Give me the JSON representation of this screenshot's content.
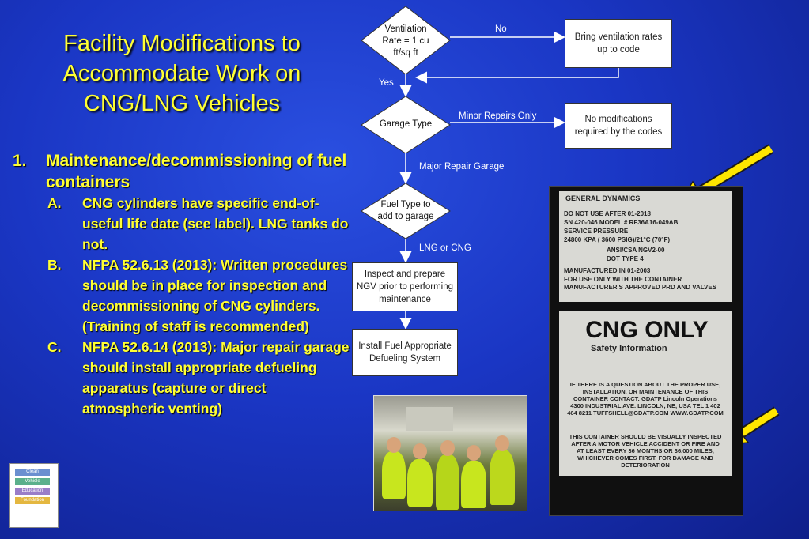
{
  "slide": {
    "title": "Facility Modifications to Accommodate Work on CNG/LNG Vehicles",
    "item1": {
      "num": "1.",
      "text": "Maintenance/decommissioning of fuel containers",
      "subs": [
        {
          "num": "A.",
          "text": "CNG cylinders have specific end-of-useful life date (see label). LNG tanks do not."
        },
        {
          "num": "B.",
          "text": "NFPA 52.6.13 (2013): Written procedures should be in place for inspection and decommissioning of CNG cylinders. (Training of staff is recommended)"
        },
        {
          "num": "C.",
          "text": "NFPA 52.6.14 (2013): Major repair garage should install appropriate defueling apparatus (capture or direct atmospheric venting)"
        }
      ]
    }
  },
  "flowchart": {
    "d_ventilation": "Ventilation Rate = 1 cu ft/sq ft",
    "d_garage": "Garage Type",
    "d_fuel": "Fuel Type to add to garage",
    "b_bring": "Bring ventilation rates up to code",
    "b_nomod": "No modifications required by the codes",
    "b_inspect": "Inspect and prepare NGV prior to performing maintenance",
    "b_install": "Install Fuel Appropriate Defueling System",
    "e_no": "No",
    "e_yes": "Yes",
    "e_minor": "Minor Repairs Only",
    "e_major": "Major Repair Garage",
    "e_lng": "LNG or CNG"
  },
  "label": {
    "brand": "GENERAL DYNAMICS",
    "line1": "DO NOT USE AFTER 01-2018",
    "line2": "SN 420-046 MODEL # RF36A16-049AB",
    "line3": "SERVICE PRESSURE",
    "line4": "24800 KPA ( 3600 PSIG)/21°C (70°F)",
    "line5": "ANSI/CSA NGV2-00",
    "line6": "DOT TYPE 4",
    "line7": "MANUFACTURED IN 01-2003",
    "line8": "FOR USE ONLY WITH THE CONTAINER MANUFACTURER'S APPROVED PRD AND VALVES",
    "heading": "CNG ONLY",
    "safety": "Safety Information",
    "question": "IF THERE IS A QUESTION ABOUT THE PROPER USE, INSTALLATION, OR MAINTENANCE OF THIS CONTAINER CONTACT: GDATP Lincoln Operations 4300 INDUSTRIAL AVE. LINCOLN, NE, USA TEL 1 402 464 8211 TUFFSHELL@GDATP.COM WWW.GDATP.COM",
    "inspect": "THIS CONTAINER SHOULD BE VISUALLY INSPECTED AFTER A MOTOR VEHICLE ACCIDENT OR FIRE AND AT LEAST EVERY 36 MONTHS OR 36,000 MILES, WHICHEVER COMES FIRST, FOR DAMAGE AND DETERIORATION"
  },
  "logo": {
    "lines": [
      "Clean",
      "Vehicle",
      "Education",
      "Foundation"
    ]
  },
  "colors": {
    "title": "#ffff33",
    "arrow": "#ffe600"
  }
}
